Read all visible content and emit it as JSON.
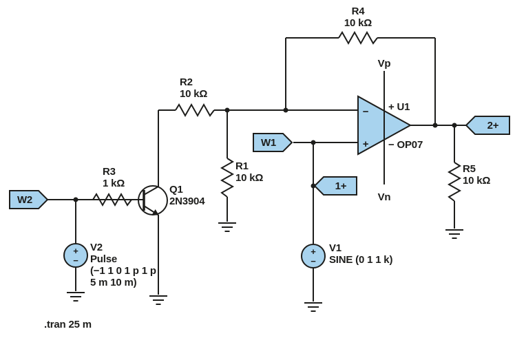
{
  "components": {
    "r1": {
      "ref": "R1",
      "val": "10 kΩ"
    },
    "r2": {
      "ref": "R2",
      "val": "10 kΩ"
    },
    "r3": {
      "ref": "R3",
      "val": "1 kΩ"
    },
    "r4": {
      "ref": "R4",
      "val": "10 kΩ"
    },
    "r5": {
      "ref": "R5",
      "val": "10 kΩ"
    },
    "q1": {
      "ref": "Q1",
      "part": "2N3904"
    },
    "v1": {
      "ref": "V1",
      "val": "SINE (0 1 1 k)"
    },
    "v2": {
      "ref": "V2",
      "type": "Pulse",
      "params1": "(−1 1 0 1 p 1 p",
      "params2": "5 m 10 m)"
    },
    "u1": {
      "supply_pos": "+ U1",
      "supply_neg": "− OP07",
      "input_inverting": "−",
      "input_noninverting": "+",
      "rail_top": "Vp",
      "rail_bottom": "Vn"
    }
  },
  "flags": {
    "w2": "W2",
    "w1": "W1",
    "probe1": "1+",
    "probe2": "2+"
  },
  "symbols": {
    "source_plus": "+",
    "source_minus": "−"
  },
  "spice_directive": ".tran 25 m",
  "colors": {
    "component_fill": "#a8d3ee",
    "wire": "#1d1d1b",
    "background": "#ffffff",
    "text": "#1d1d1b"
  }
}
